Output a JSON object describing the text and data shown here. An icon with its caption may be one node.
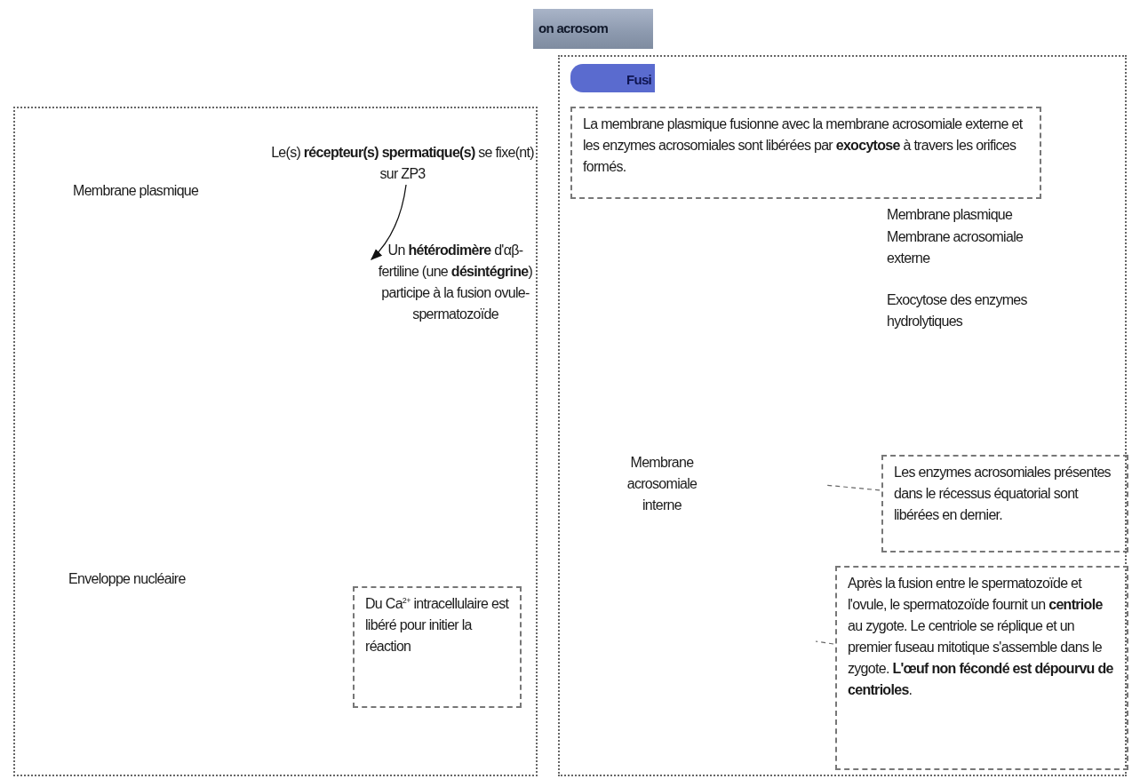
{
  "diagram": {
    "nodes": [
      {
        "text": [
          "on acrosom"
        ]
      },
      {
        "text": [],
        "shape": "box"
      },
      {
        "text": [
          "Le(s) **récepteur(s) spermatique(s)** se fixe(nt) sur ZP3"
        ],
        "in": 1
      },
      {
        "text": [
          "Un **hétérodimère** d'αβ-fertiline (une **désintégrine**) participe à la fusion ovule-spermatozoïde"
        ],
        "in": 1
      },
      {
        "text": [
          "Du Ca$^{2+}$ intracellulaire est libéré pour initier la réaction"
        ],
        "in": 1
      },
      {
        "text": [],
        "shape": "box"
      },
      {
        "text": [
          "Fusi"
        ],
        "in": 5
      },
      {
        "text": [
          "La membrane plasmique fusionne avec la membrane acrosomiale externe et les enzymes acrosomiales sont libérées par **exocytose** à travers les orifices formés."
        ],
        "in": 5
      },
      {
        "text": [
          "Les enzymes acrosomiales présentes dans le récessus équatorial sont libérées en dernier."
        ],
        "in": 5
      },
      {
        "text": [
          "Après la fusion entre le spermatozoïde et l'ovule, le spermatozoïde fournit un **centriole** au zygote. Le centriole se réplique et un premier fuseau mitotique s'assemble dans le zygote. **L'œuf non fécondé est dépourvu de centrioles**."
        ],
        "in": 5
      }
    ],
    "edges": [
      {
        "from": 2,
        "to": 3,
        "arrow": "to"
      },
      {
        "from": 8,
        "to": null,
        "arrow": "none",
        "style": "dashed"
      },
      {
        "from": 9,
        "to": null,
        "arrow": "none",
        "style": "dashed"
      }
    ],
    "labels": [
      "Membrane plasmique",
      "Enveloppe nucléaire",
      "Membrane plasmique",
      "Membrane acrosomiale externe",
      "Exocytose des enzymes hydrolytiques",
      "Membrane acrosomiale interne"
    ]
  }
}
